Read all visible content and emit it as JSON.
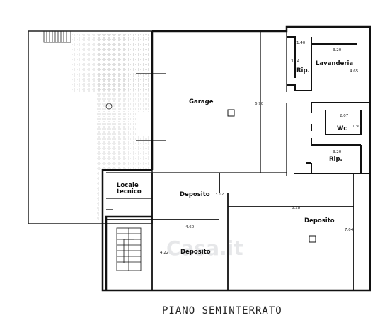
{
  "drawing_title": "PIANO SEMINTERRATO",
  "watermark": "Casa.it",
  "rooms": {
    "garage": "Garage",
    "lavanderia": "Lavanderia",
    "rip_top": "Rip.",
    "wc": "Wc",
    "rip_mid": "Rip.",
    "locale_tecnico_1": "Locale",
    "locale_tecnico_2": "tecnico",
    "deposito_center": "Deposito",
    "deposito_right": "Deposito",
    "deposito_bottom": "Deposito"
  },
  "dimensions": {
    "d_140": "1.40",
    "d_320_top": "3.20",
    "d_314": "3.14",
    "d_465": "4.65",
    "d_690": "6.90",
    "d_207": "2.07",
    "d_190": "1.90",
    "d_320_mid": "3.20",
    "d_302": "3.02",
    "d_828": "8.28",
    "d_704": "7.04",
    "d_460": "4.60",
    "d_422": "4.22"
  }
}
